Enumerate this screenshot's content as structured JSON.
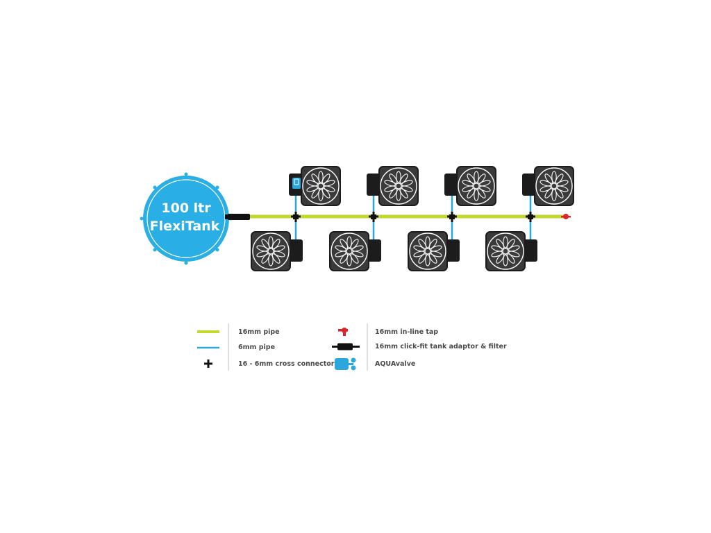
{
  "tank": {
    "line1": "100 ltr",
    "line2": "FlexiTank"
  },
  "legend": {
    "pipe16": "16mm pipe",
    "pipe6": "6mm pipe",
    "cross_connector": "16 - 6mm cross connector",
    "inline_tap": "16mm in-line tap",
    "tank_adaptor": "16mm click-fit tank adaptor & filter",
    "aquavalve": "AQUAvalve"
  },
  "colors": {
    "pipe16": "#c4d92e",
    "pipe6": "#2aa8de",
    "tank": "#29aee5",
    "tap": "#d9262a",
    "pot_fill": "#3a3a3a",
    "pot_border": "#1c1c1c"
  },
  "layout_counts": {
    "top_pots": 4,
    "bottom_pots": 4
  }
}
